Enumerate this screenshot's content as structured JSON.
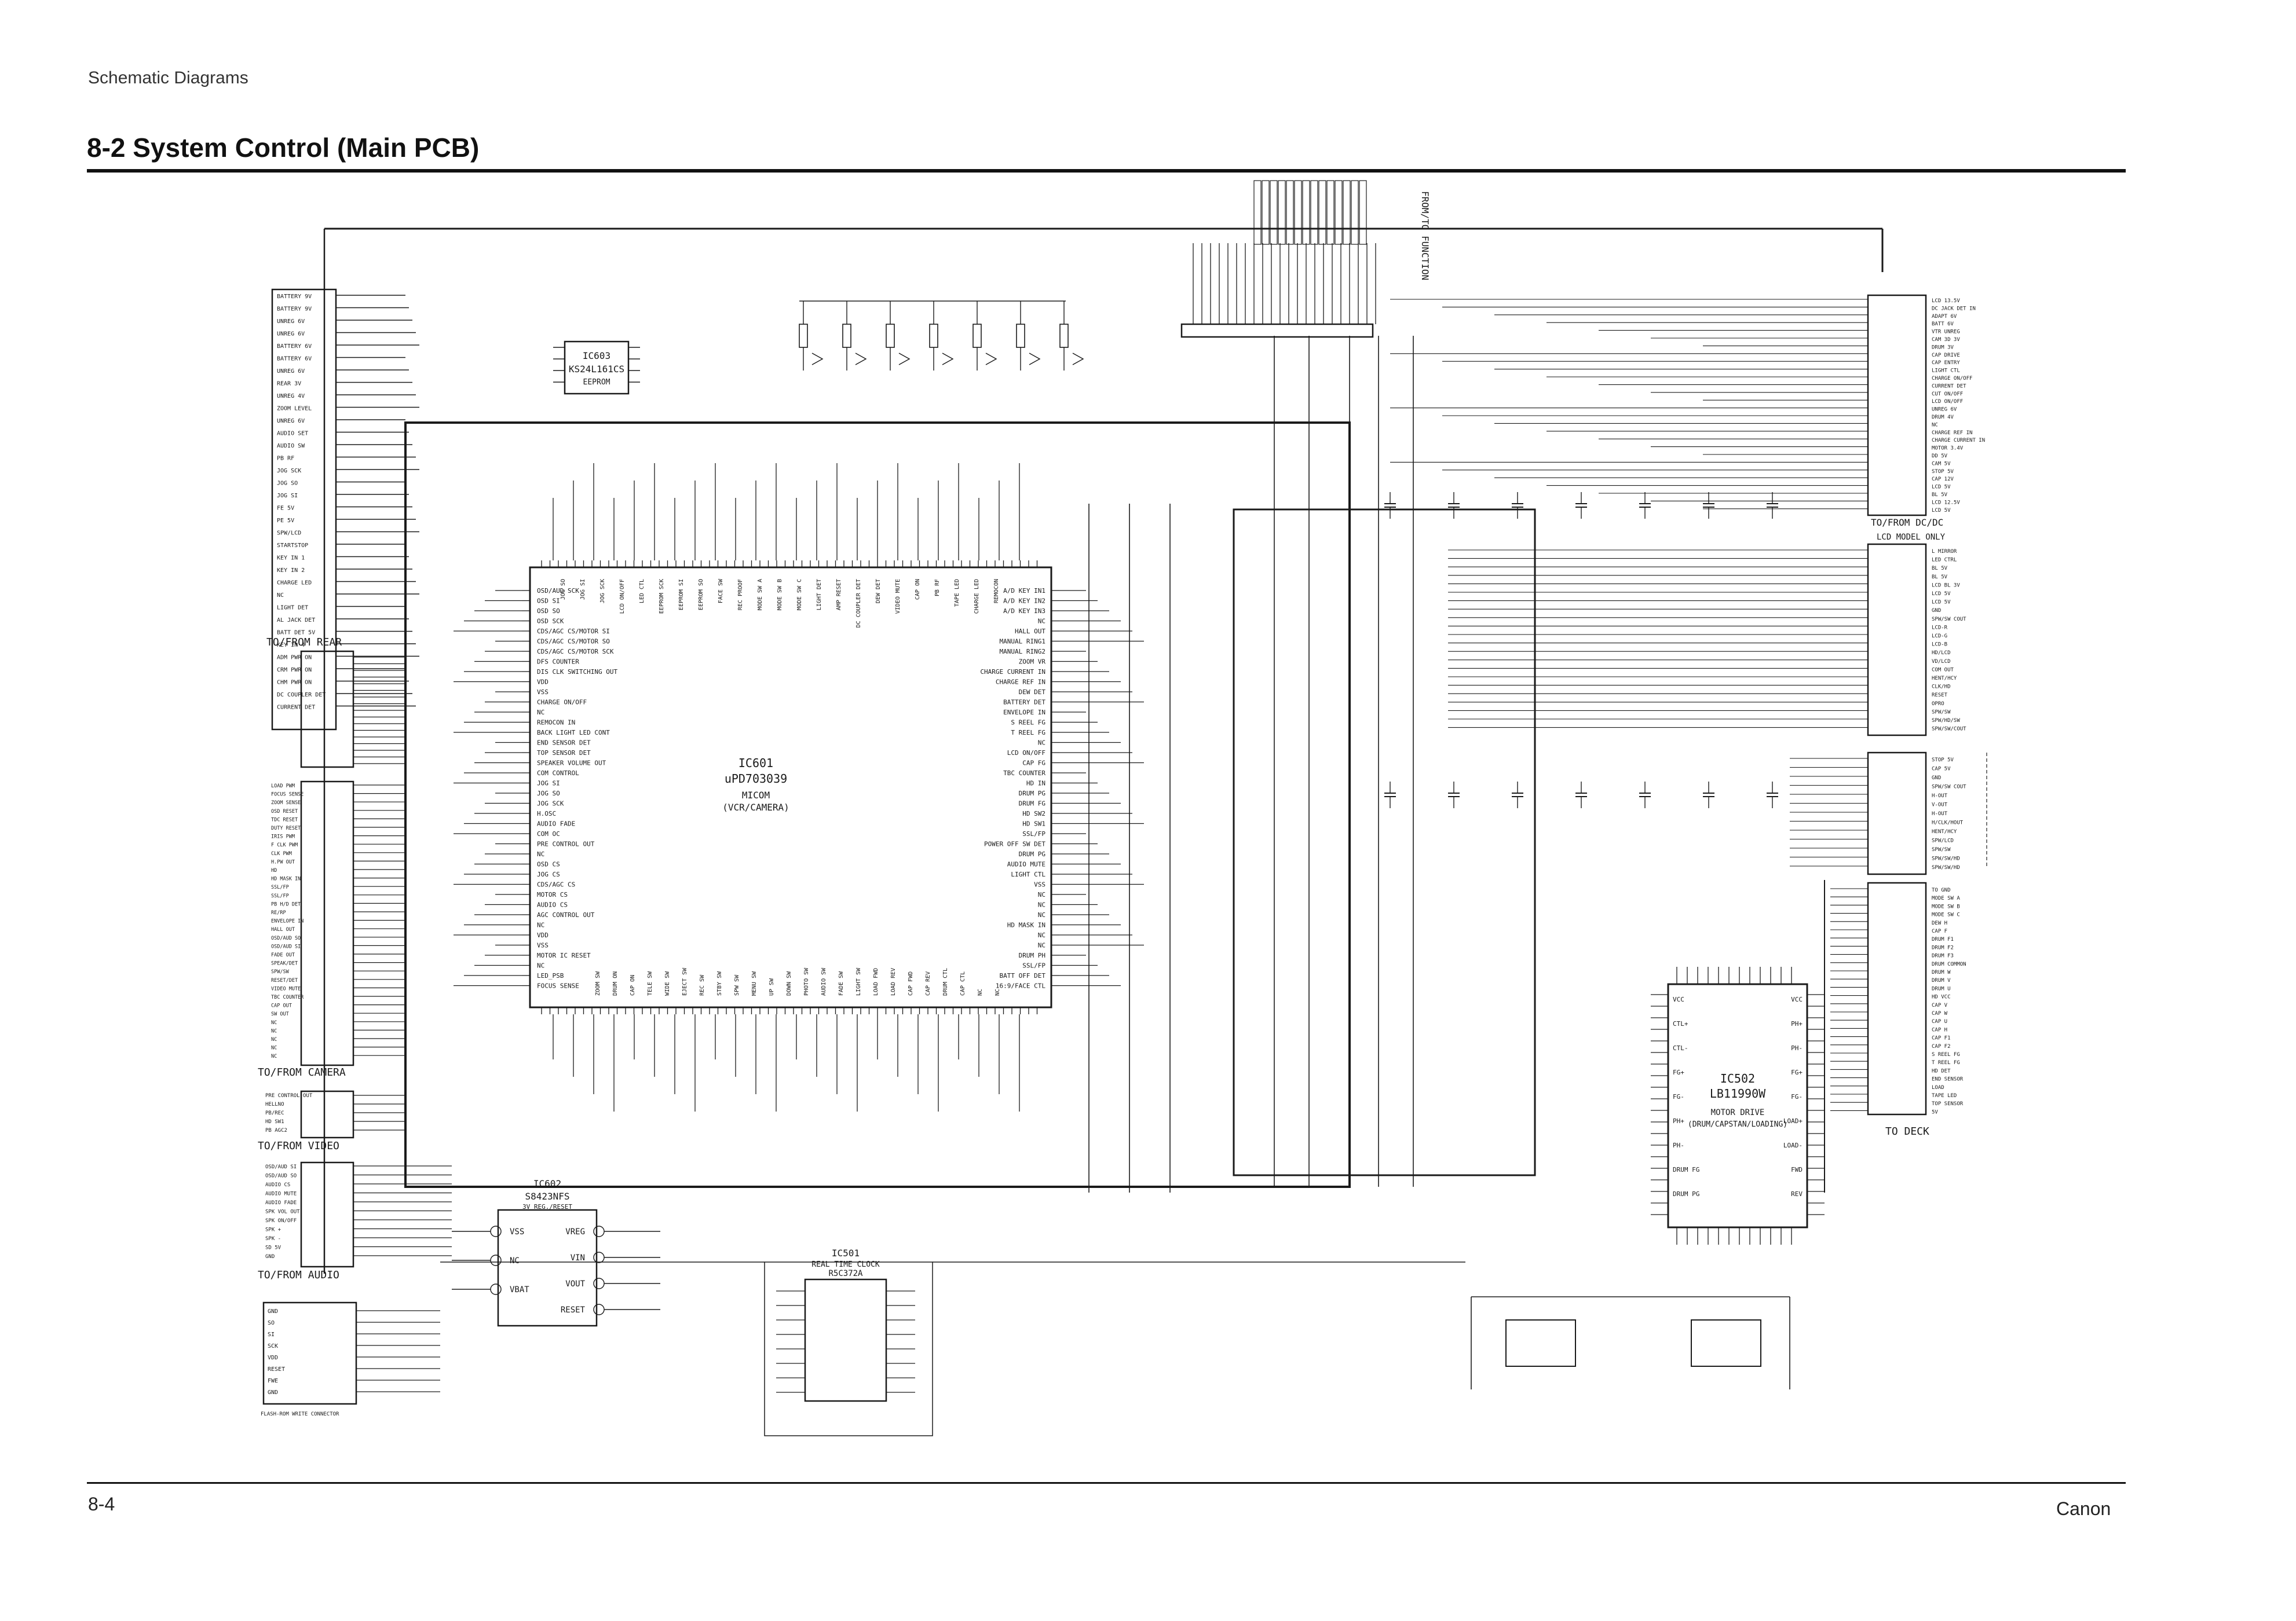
{
  "header": {
    "section": "Schematic Diagrams",
    "title": "8-2 System Control (Main PCB)"
  },
  "footer": {
    "page": "8-4",
    "brand": "Canon"
  },
  "connector_labels": {
    "rear": "TO/FROM REAR",
    "camera": "TO/FROM CAMERA",
    "video": "TO/FROM VIDEO",
    "audio": "TO/FROM AUDIO",
    "dcdc": "TO/FROM DC/DC",
    "deck": "TO DECK",
    "lcd_model": "LCD MODEL ONLY",
    "function": "FROM/TO FUNCTION",
    "flash_rom": "FLASH-ROM WRITE CONNECTOR"
  },
  "ics": {
    "ic601": {
      "ref": "IC601",
      "part": "uPD703039",
      "role": "MICOM",
      "desc": "(VCR/CAMERA)"
    },
    "ic502": {
      "ref": "IC502",
      "part": "LB11990W",
      "role": "MOTOR DRIVE",
      "desc": "(DRUM/CAPSTAN/LOADING)"
    },
    "ic603": {
      "ref": "IC603",
      "part": "KS24L161CS",
      "role": "EEPROM"
    },
    "ic602": {
      "ref": "IC602",
      "part": "S8423NFS",
      "role": "3V REG./RESET"
    },
    "ic501": {
      "ref": "IC501",
      "part": "R5C372A",
      "role": "REAL TIME CLOCK"
    }
  },
  "ic602_pins": [
    "VSS",
    "NC",
    "VBAT",
    "VREG",
    "VIN",
    "VOUT",
    "RESET"
  ],
  "left_signals_top": [
    "BATTERY 9V",
    "BATTERY 9V",
    "UNREG 6V",
    "UNREG 6V",
    "BATTERY 6V",
    "BATTERY 6V",
    "UNREG 6V",
    "REAR 3V",
    "UNREG 4V",
    "ZOOM LEVEL",
    "UNREG 6V",
    "AUDIO SET",
    "AUDIO SW",
    "PB RF",
    "JOG SCK",
    "JOG SO",
    "JOG SI",
    "FE 5V",
    "PE 5V",
    "SPW/LCD",
    "STARTSTOP",
    "KEY IN 1",
    "KEY IN 2",
    "CHARGE LED",
    "NC",
    "LIGHT DET",
    "AL JACK DET",
    "BATT DET 5V",
    "KEY IN 4",
    "ADM PWR ON",
    "CRM PWR ON",
    "CHM PWR ON",
    "DC COUPLER DET",
    "CURRENT DET"
  ],
  "ic601_left_pins": [
    "OSD/AUD SCK",
    "OSD SI",
    "OSD SO",
    "OSD SCK",
    "CDS/AGC CS/MOTOR SI",
    "CDS/AGC CS/MOTOR SO",
    "CDS/AGC CS/MOTOR SCK",
    "DFS COUNTER",
    "DIS CLK SWITCHING OUT",
    "VDD",
    "VSS",
    "CHARGE ON/OFF",
    "NC",
    "REMOCON IN",
    "BACK LIGHT LED CONT",
    "END SENSOR DET",
    "TOP SENSOR DET",
    "SPEAKER VOLUME OUT",
    "COM CONTROL",
    "JOG SI",
    "JOG SO",
    "JOG SCK",
    "H.OSC",
    "AUDIO FADE",
    "COM OC",
    "PRE CONTROL OUT",
    "NC",
    "OSD CS",
    "JOG CS",
    "CDS/AGC CS",
    "MOTOR CS",
    "AUDIO CS",
    "AGC CONTROL OUT",
    "NC",
    "VDD",
    "VSS",
    "MOTOR IC RESET",
    "NC",
    "LED_PSB",
    "FOCUS SENSE"
  ],
  "ic601_right_pins": [
    "A/D KEY IN1",
    "A/D KEY IN2",
    "A/D KEY IN3",
    "NC",
    "HALL OUT",
    "MANUAL RING1",
    "MANUAL RING2",
    "ZOOM VR",
    "CHARGE CURRENT IN",
    "CHARGE REF IN",
    "DEW DET",
    "BATTERY DET",
    "ENVELOPE IN",
    "S REEL FG",
    "T REEL FG",
    "NC",
    "LCD ON/OFF",
    "CAP FG",
    "TBC COUNTER",
    "HD IN",
    "DRUM PG",
    "DRUM FG",
    "HD SW2",
    "HD SW1",
    "SSL/FP",
    "POWER OFF SW DET",
    "DRUM PG",
    "AUDIO MUTE",
    "LIGHT CTL",
    "VSS",
    "NC",
    "NC",
    "NC",
    "HD MASK IN",
    "NC",
    "NC",
    "DRUM PH",
    "SSL/FP",
    "BATT OFF DET",
    "16:9/FACE CTL"
  ],
  "ic502_left_pins": [
    "VCC",
    "CTL+",
    "CTL-",
    "FG+",
    "FG-",
    "PH+",
    "PH-",
    "DRUM FG",
    "DRUM PG"
  ],
  "ic502_right_pins": [
    "VCC",
    "PH+",
    "PH-",
    "FG+",
    "FG-",
    "LOAD+",
    "LOAD-",
    "FWD",
    "REV"
  ],
  "right_dcdc_signals": [
    "LCD 13.5V",
    "DC JACK DET IN",
    "ADAPT 6V",
    "BATT 6V",
    "VTR UNREG",
    "CAM 3D 3V",
    "DRUM 3V",
    "CAP DRIVE",
    "CAP ENTRY",
    "LIGHT CTL",
    "CHARGE ON/OFF",
    "CURRENT DET",
    "CUT ON/OFF",
    "LCD ON/OFF",
    "UNREG 6V",
    "DRUM 4V",
    "NC",
    "CHARGE REF IN",
    "CHARGE CURRENT IN",
    "MOTOR 3.4V",
    "DD 5V",
    "CAM 5V",
    "STOP 5V",
    "CAP 12V",
    "LCD 5V",
    "BL 5V",
    "LCD 12.5V",
    "LCD 5V"
  ],
  "right_lcd_signals": [
    "L MIRROR",
    "LED CTRL",
    "BL 5V",
    "BL 5V",
    "LCD BL 3V",
    "LCD 5V",
    "LCD 5V",
    "GND",
    "SPW/SW COUT",
    "LCD-R",
    "LCD-G",
    "LCD-B",
    "HD/LCD",
    "VD/LCD",
    "COM OUT",
    "HENT/HCY",
    "CLK/HD",
    "RESET",
    "OPRO",
    "SPW/SW",
    "SPW/HD/SW",
    "SPW/SW/COUT"
  ],
  "right_function_signals": [
    "STOP 5V",
    "CAP 5V",
    "GND",
    "SPW/SW COUT",
    "H-OUT",
    "V-OUT",
    "H-OUT",
    "H/CLK/HOUT",
    "HENT/HCY",
    "SPW/LCD",
    "SPW/SW",
    "SPW/SW/HD",
    "SPW/SW/HD"
  ],
  "right_deck_signals": [
    "TO GND",
    "MODE SW A",
    "MODE SW B",
    "MODE SW C",
    "DEW H",
    "CAP F",
    "DRUM F1",
    "DRUM F2",
    "DRUM F3",
    "DRUM COMMON",
    "DRUM W",
    "DRUM V",
    "DRUM U",
    "HD VCC",
    "CAP V",
    "CAP W",
    "CAP U",
    "CAP H",
    "CAP F1",
    "CAP F2",
    "S REEL FG",
    "T REEL FG",
    "HD DET",
    "END SENSOR",
    "LOAD",
    "TAPE LED",
    "TOP SENSOR",
    "5V"
  ],
  "camera_signals": [
    "LOAD PWM",
    "FOCUS SENSE",
    "ZOOM SENSE",
    "OSD RESET",
    "TDC RESET",
    "DUTY RESET",
    "IRIS PWM",
    "F CLK PWM",
    "CLK PWM",
    "H.PW OUT",
    "HD",
    "HD MASK IN",
    "SSL/FP",
    "SSL/FP",
    "PB H/D DET",
    "RE/RP",
    "ENVELOPE IN",
    "HALL OUT",
    "OSD/AUD SO",
    "OSD/AUD SI",
    "FADE OUT",
    "SPEAK/DET",
    "SPW/SW",
    "RESET/DET",
    "VIDEO MUTE",
    "TBC COUNTER",
    "CAP OUT",
    "SW OUT",
    "NC",
    "NC",
    "NC",
    "NC",
    "NC"
  ],
  "video_signals": [
    "PRE CONTROL OUT",
    "HELLNO",
    "PB/REC",
    "HD SW1",
    "PB AGC2"
  ],
  "audio_signals": [
    "OSD/AUD SI",
    "OSD/AUD SO",
    "AUDIO CS",
    "AUDIO MUTE",
    "AUDIO FADE",
    "SPK VOL OUT",
    "SPK ON/OFF",
    "SPK +",
    "SPK -",
    "SD 5V",
    "GND"
  ],
  "flash_signals": [
    "GND",
    "SO",
    "SI",
    "SCK",
    "VDD",
    "RESET",
    "FWE",
    "GND"
  ]
}
